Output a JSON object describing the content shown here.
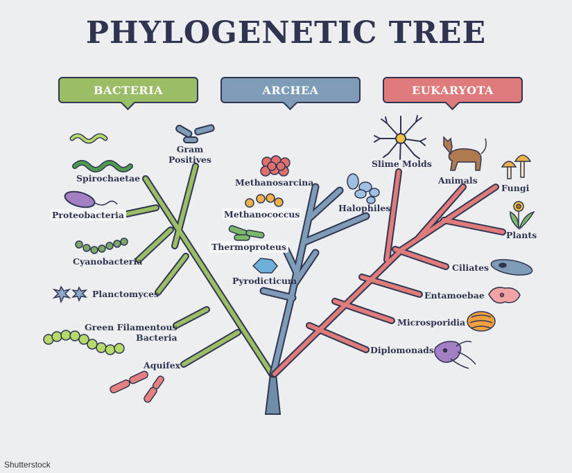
{
  "title": "PHYLOGENETIC TREE",
  "domains": {
    "bacteria": "BACTERIA",
    "archea": "ARCHEA",
    "eukaryota": "EUKARYOTA"
  },
  "colors": {
    "bacteria": "#9bbd66",
    "archea": "#7e9cb8",
    "eukaryota": "#e07b7b",
    "outline": "#2f3550",
    "trunk": "#6f8fa8"
  },
  "bacteria": {
    "gram_positives": "Gram\nPositives",
    "spirochaetae": "Spirochaetae",
    "proteobacteria": "Proteobacteria",
    "cyanobacteria": "Cyanobacteria",
    "planctomyces": "Planctomyces",
    "green_filamentous": "Green Filamentous\nBacteria",
    "aquifex": "Aquifex"
  },
  "archea": {
    "methanosarcina": "Methanosarcina",
    "methanococcus": "Methanococcus",
    "halophiles": "Halophiles",
    "thermoproteus": "Thermoproteus",
    "pyrodicticum": "Pyrodicticum"
  },
  "eukaryota": {
    "slime_molds": "Slime Molds",
    "animals": "Animals",
    "fungi": "Fungi",
    "plants": "Plants",
    "ciliates": "Ciliates",
    "entamoebae": "Entamoebae",
    "microsporidia": "Microsporidia",
    "diplomonads": "Diplomonads"
  },
  "credit": "Shutterstock"
}
